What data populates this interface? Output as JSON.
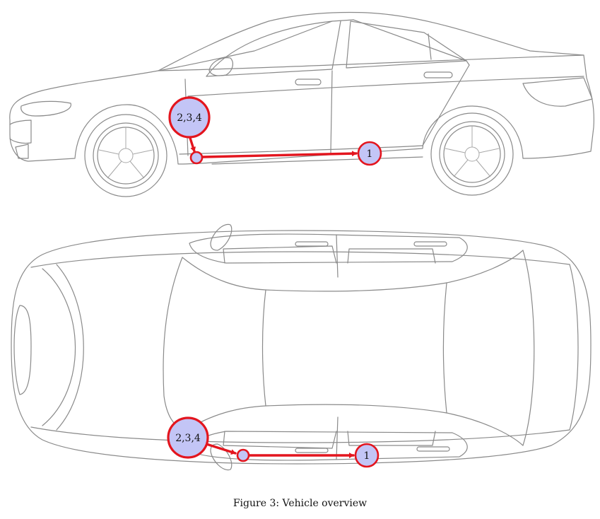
{
  "figure": {
    "caption": "Figure 3:  Vehicle overview"
  },
  "side_view": {
    "marker_group_label": "2,3,4",
    "marker_single_label": "1"
  },
  "top_view": {
    "marker_group_label": "2,3,4",
    "marker_single_label": "1"
  },
  "colors": {
    "marker_fill": "#c3c5f6",
    "marker_stroke": "#e3151e",
    "car_outline": "#8a8a8a"
  }
}
